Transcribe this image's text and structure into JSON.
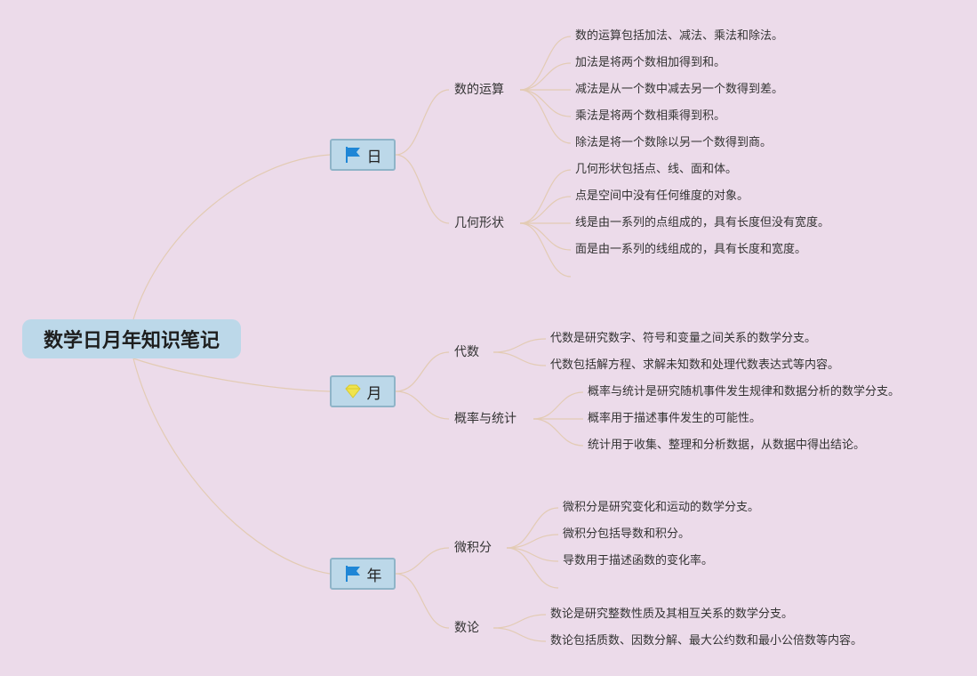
{
  "root": {
    "title": "数学日月年知识笔记"
  },
  "branches": [
    {
      "label": "日",
      "icon": "flag-icon",
      "topics": [
        {
          "label": "数的运算",
          "items": [
            "数的运算包括加法、减法、乘法和除法。",
            "加法是将两个数相加得到和。",
            "减法是从一个数中减去另一个数得到差。",
            "乘法是将两个数相乘得到积。",
            "除法是将一个数除以另一个数得到商。"
          ]
        },
        {
          "label": "几何形状",
          "items": [
            "几何形状包括点、线、面和体。",
            "点是空间中没有任何维度的对象。",
            "线是由一系列的点组成的，具有长度但没有宽度。",
            "面是由一系列的线组成的，具有长度和宽度。"
          ]
        }
      ]
    },
    {
      "label": "月",
      "icon": "gem-icon",
      "topics": [
        {
          "label": "代数",
          "items": [
            "代数是研究数字、符号和变量之间关系的数学分支。",
            "代数包括解方程、求解未知数和处理代数表达式等内容。"
          ]
        },
        {
          "label": "概率与统计",
          "items": [
            "概率与统计是研究随机事件发生规律和数据分析的数学分支。",
            "概率用于描述事件发生的可能性。",
            "统计用于收集、整理和分析数据，从数据中得出结论。"
          ]
        }
      ]
    },
    {
      "label": "年",
      "icon": "flag-icon",
      "topics": [
        {
          "label": "微积分",
          "items": [
            "微积分是研究变化和运动的数学分支。",
            "微积分包括导数和积分。",
            "导数用于描述函数的变化率。"
          ]
        },
        {
          "label": "数论",
          "items": [
            "数论是研究整数性质及其相互关系的数学分支。",
            "数论包括质数、因数分解、最大公约数和最小公倍数等内容。"
          ]
        }
      ]
    }
  ],
  "colors": {
    "background": "#ecdbea",
    "node": "#bcd8e9",
    "node_border": "#8fb4c8",
    "line": "#e3cbb4",
    "flag": "#1f86d6",
    "gem": "#f0e44c"
  }
}
